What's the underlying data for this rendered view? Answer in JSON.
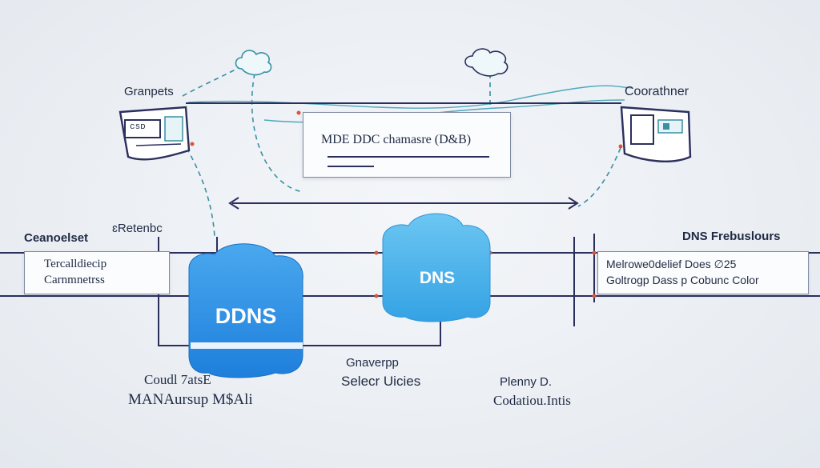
{
  "nodes": {
    "left_computer": {
      "label": "Granpets",
      "screen_text": "ᴄsᴅ"
    },
    "right_computer": {
      "label": "Coorathner"
    },
    "left_cloud": {
      "label": "DDNS"
    },
    "center_cloud": {
      "label": "DNS"
    }
  },
  "center_panel": {
    "title": "MDE DDC chamasre (D&B)"
  },
  "left_group": {
    "heading": "Ceanoelset",
    "subheading": "ɛRetenbc",
    "box_lines": [
      "Tercalldiecip",
      "Carnmnetrss"
    ]
  },
  "right_group": {
    "heading": "DNS Frebuslours",
    "box_lines": [
      "Melrowe0delief Does ∅25",
      "Goltrogp Dass p Cobunc Color"
    ]
  },
  "bottom_labels": {
    "left": [
      "Coudl 7atsE",
      "MANAursup M$Ali"
    ],
    "center": [
      "Gnaverpp",
      "Selecr Uicies"
    ],
    "right": [
      "Plenny D.",
      "Codatiou.Intis"
    ]
  },
  "colors": {
    "line": "#2b2f5c",
    "dashed": "#3a8fa3",
    "cloud_left": "#2f8fe3",
    "cloud_center": "#4cb3ea",
    "accent_dot": "#d9563a"
  }
}
